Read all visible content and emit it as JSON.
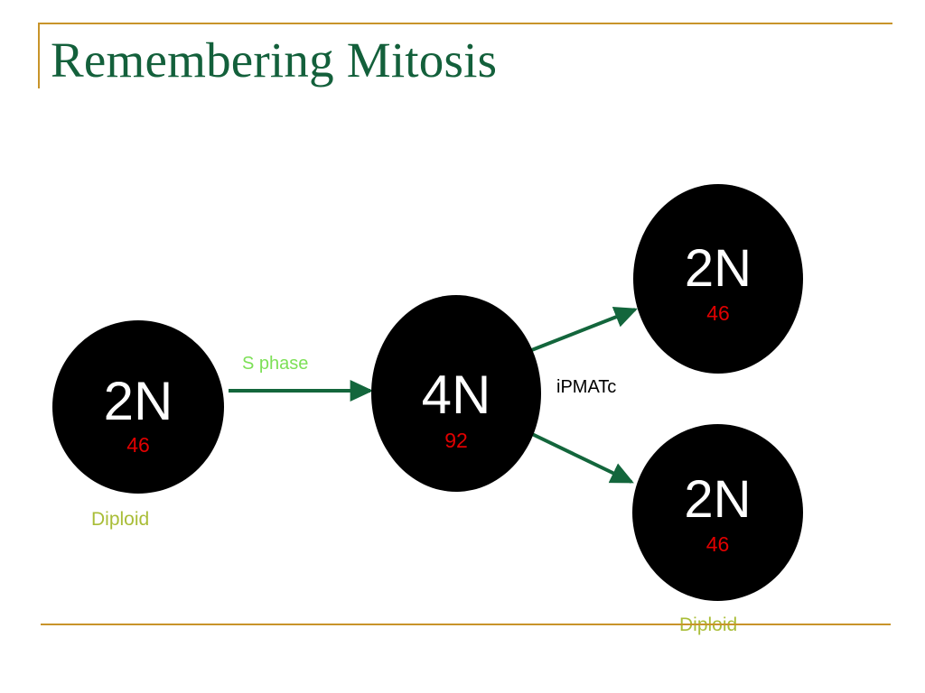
{
  "slide": {
    "title": "Remembering Mitosis",
    "accent_color": "#c8942a",
    "title_color": "#13603b",
    "background": "#ffffff"
  },
  "diagram": {
    "arrow_color": "#13663c",
    "cell_fill": "#000000",
    "ploidy_color": "#ffffff",
    "count_color": "#e00000",
    "cells": [
      {
        "name": "parent",
        "ploidy": "2N",
        "count": "46"
      },
      {
        "name": "replicated",
        "ploidy": "4N",
        "count": "92"
      },
      {
        "name": "daughter-top",
        "ploidy": "2N",
        "count": "46"
      },
      {
        "name": "daughter-bottom",
        "ploidy": "2N",
        "count": "46"
      }
    ],
    "labels": {
      "s_phase": "S phase",
      "s_phase_color": "#7de057",
      "ipmatc": "iPMATc",
      "ipmatc_color": "#000000",
      "diploid_left": "Diploid",
      "diploid_right": "Diploid",
      "diploid_color": "#a9bd37"
    }
  }
}
